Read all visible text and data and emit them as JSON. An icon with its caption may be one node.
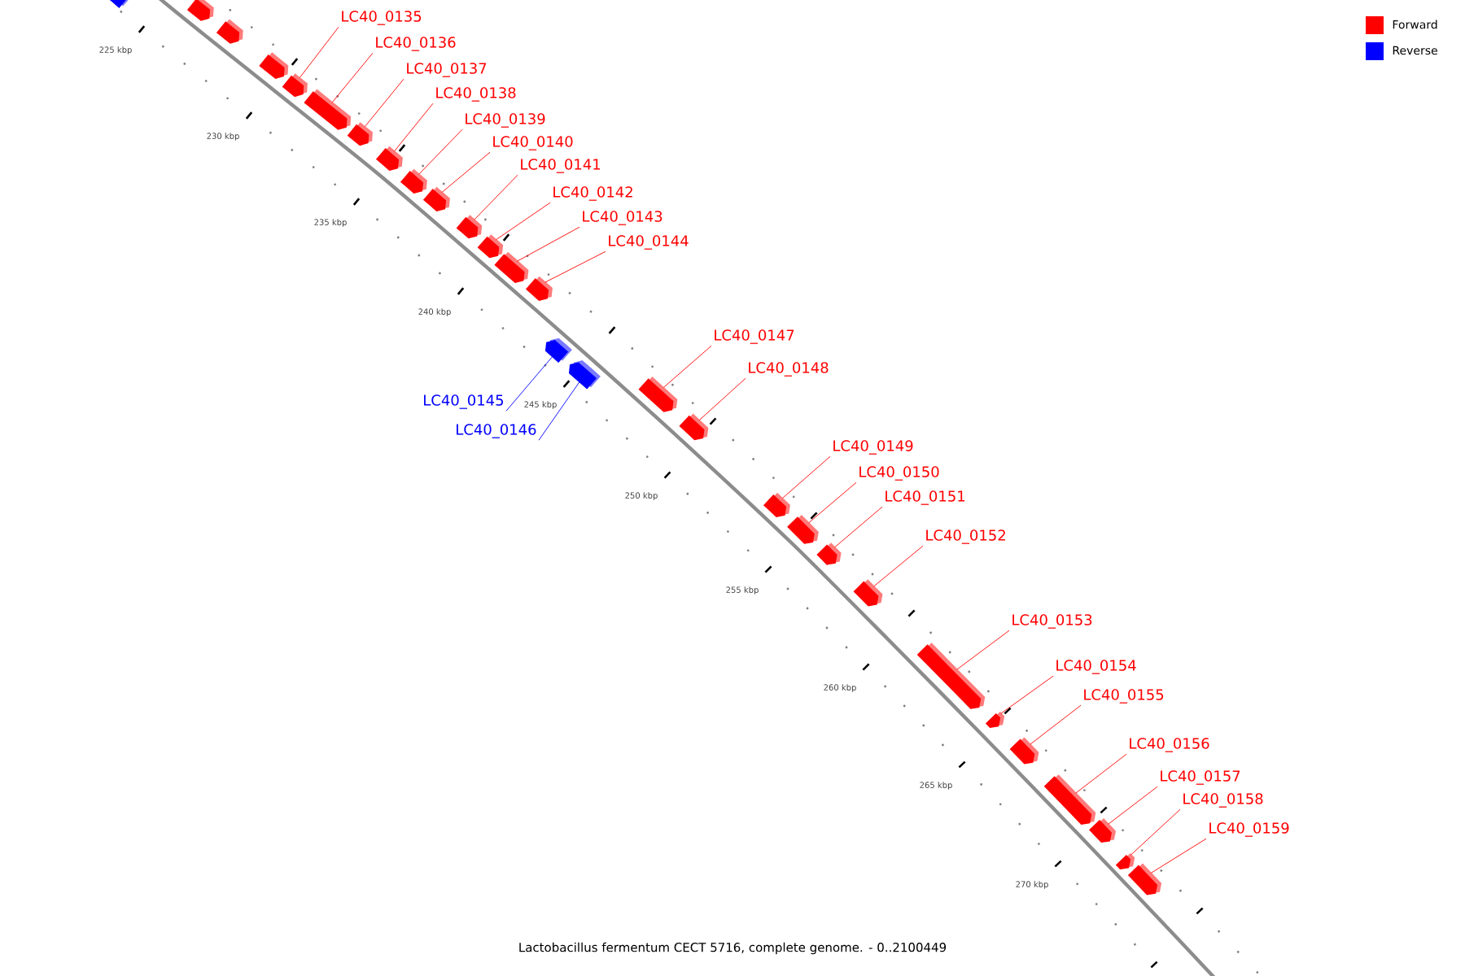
{
  "diagram": {
    "caption": "Lactobacillus fermentum CECT 5716, complete genome. - 0..2100449",
    "nodes": [
      {
        "text": [],
        "shape": "box"
      },
      {
        "text": [],
        "shape": "box"
      },
      {
        "text": [],
        "shape": "box"
      },
      {
        "text": [],
        "shape": "box"
      },
      {
        "text": [
          "LC40_0135"
        ]
      },
      {
        "text": [],
        "shape": "box"
      },
      {
        "text": [
          "LC40_0136"
        ]
      },
      {
        "text": [],
        "shape": "box"
      },
      {
        "text": [
          "LC40_0137"
        ]
      },
      {
        "text": [],
        "shape": "box"
      },
      {
        "text": [
          "LC40_0138"
        ]
      },
      {
        "text": [],
        "shape": "box"
      },
      {
        "text": [
          "LC40_0139"
        ]
      },
      {
        "text": [],
        "shape": "box"
      },
      {
        "text": [
          "LC40_0140"
        ]
      },
      {
        "text": [],
        "shape": "box"
      },
      {
        "text": [
          "LC40_0141"
        ]
      },
      {
        "text": [],
        "shape": "box"
      },
      {
        "text": [
          "LC40_0142"
        ]
      },
      {
        "text": [],
        "shape": "box"
      },
      {
        "text": [
          "LC40_0143"
        ]
      },
      {
        "text": [],
        "shape": "box"
      },
      {
        "text": [
          "LC40_0144"
        ]
      },
      {
        "text": [],
        "shape": "box"
      },
      {
        "text": [
          "LC40_0145"
        ]
      },
      {
        "text": [],
        "shape": "box"
      },
      {
        "text": [
          "LC40_0146"
        ]
      },
      {
        "text": [],
        "shape": "box"
      },
      {
        "text": [
          "LC40_0147"
        ]
      },
      {
        "text": [],
        "shape": "box"
      },
      {
        "text": [
          "LC40_0148"
        ]
      },
      {
        "text": [],
        "shape": "box"
      },
      {
        "text": [
          "LC40_0149"
        ]
      },
      {
        "text": [],
        "shape": "box"
      },
      {
        "text": [
          "LC40_0150"
        ]
      },
      {
        "text": [],
        "shape": "box"
      },
      {
        "text": [
          "LC40_0151"
        ]
      },
      {
        "text": [],
        "shape": "box"
      },
      {
        "text": [
          "LC40_0152"
        ]
      },
      {
        "text": [],
        "shape": "box"
      },
      {
        "text": [
          "LC40_0153"
        ]
      },
      {
        "text": [],
        "shape": "box"
      },
      {
        "text": [
          "LC40_0154"
        ]
      },
      {
        "text": [],
        "shape": "box"
      },
      {
        "text": [
          "LC40_0155"
        ]
      },
      {
        "text": [],
        "shape": "box"
      },
      {
        "text": [
          "LC40_0156"
        ]
      },
      {
        "text": [],
        "shape": "box"
      },
      {
        "text": [
          "LC40_0157"
        ]
      },
      {
        "text": [],
        "shape": "box"
      },
      {
        "text": [
          "LC40_0158"
        ]
      },
      {
        "text": [],
        "shape": "box"
      },
      {
        "text": [
          "LC40_0159"
        ]
      },
      {
        "text": [],
        "shape": "box"
      }
    ],
    "edges": [
      {
        "from": 4,
        "to": 5,
        "arrow": "none"
      },
      {
        "from": 6,
        "to": 7,
        "arrow": "none"
      },
      {
        "from": 8,
        "to": 9,
        "arrow": "none"
      },
      {
        "from": 10,
        "to": 11,
        "arrow": "none"
      },
      {
        "from": 12,
        "to": 13,
        "arrow": "none"
      },
      {
        "from": 14,
        "to": 15,
        "arrow": "none"
      },
      {
        "from": 16,
        "to": 17,
        "arrow": "none"
      },
      {
        "from": 18,
        "to": 19,
        "arrow": "none"
      },
      {
        "from": 20,
        "to": 21,
        "arrow": "none"
      },
      {
        "from": 22,
        "to": 23,
        "arrow": "none"
      },
      {
        "from": 24,
        "to": 25,
        "arrow": "none",
        "color": "#0000ff"
      },
      {
        "from": 26,
        "to": 27,
        "arrow": "none",
        "color": "#0000ff"
      },
      {
        "from": 28,
        "to": 29,
        "arrow": "none"
      },
      {
        "from": 30,
        "to": 31,
        "arrow": "none"
      },
      {
        "from": 32,
        "to": 33,
        "arrow": "none"
      },
      {
        "from": 34,
        "to": 35,
        "arrow": "none"
      },
      {
        "from": 36,
        "to": 37,
        "arrow": "none"
      },
      {
        "from": 38,
        "to": 39,
        "arrow": "none"
      },
      {
        "from": 40,
        "to": 41,
        "arrow": "none"
      },
      {
        "from": 42,
        "to": 43,
        "arrow": "none"
      },
      {
        "from": 44,
        "to": 45,
        "arrow": "none"
      },
      {
        "from": 46,
        "to": 47,
        "arrow": "none"
      },
      {
        "from": 48,
        "to": 49,
        "arrow": "none"
      },
      {
        "from": 50,
        "to": 51,
        "arrow": "none"
      },
      {
        "from": 52,
        "to": 53,
        "arrow": "none"
      }
    ],
    "labels": [
      "225 kbp",
      "230 kbp",
      "235 kbp",
      "240 kbp",
      "245 kbp",
      "250 kbp",
      "255 kbp",
      "260 kbp",
      "265 kbp",
      "270 kbp"
    ],
    "legend": [
      {
        "text": "Forward",
        "color": "#ff0000"
      },
      {
        "text": "Reverse",
        "color": "#0000ff"
      }
    ]
  }
}
